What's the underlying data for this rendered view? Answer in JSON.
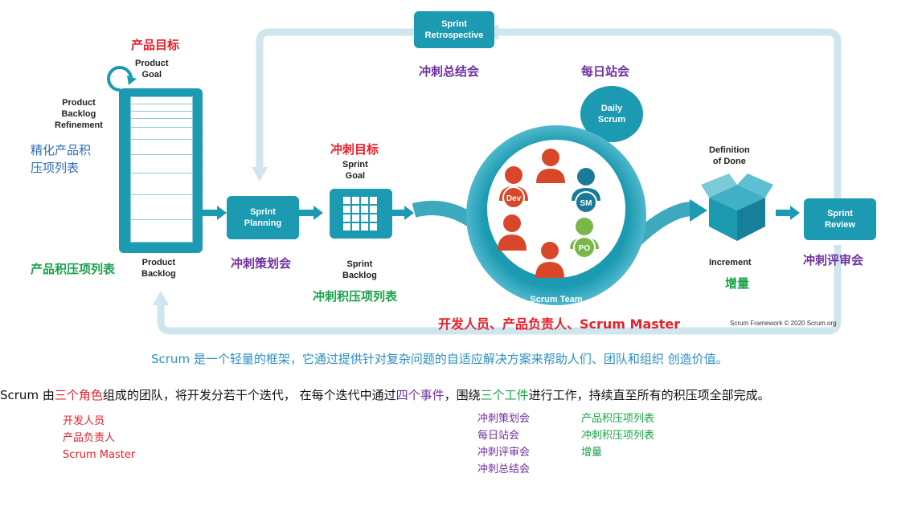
{
  "diagram": {
    "product_goal_cn": "产品目标",
    "product_goal_en": "Product\nGoal",
    "refinement_en": "Product\nBacklog\nRefinement",
    "refinement_cn": "精化产品积\n压项列表",
    "product_backlog_cn": "产品积压项列表",
    "product_backlog_en": "Product\nBacklog",
    "sprint_planning_en": "Sprint\nPlanning",
    "sprint_planning_cn": "冲刺策划会",
    "sprint_goal_cn": "冲刺目标",
    "sprint_goal_en": "Sprint\nGoal",
    "sprint_backlog_en": "Sprint\nBacklog",
    "sprint_backlog_cn": "冲刺积压项列表",
    "retro_en": "Sprint\nRetrospective",
    "retro_cn": "冲刺总结会",
    "daily_cn": "每日站会",
    "daily_en": "Daily\nScrum",
    "team_dev": "Dev",
    "team_sm": "SM",
    "team_po": "PO",
    "scrum_team_en": "Scrum Team",
    "team_cn": "开发人员、产品负责人、Scrum Master",
    "dod_en": "Definition\nof Done",
    "increment_en": "Increment",
    "increment_cn": "增量",
    "review_en": "Sprint\nReview",
    "review_cn": "冲刺评审会",
    "copyright": "Scrum Framework © 2020 Scrum.org"
  },
  "caption": "Scrum 是一个轻量的框架，它通过提供针对复杂问题的自适应解决方案来帮助人们、团队和组织 创造价值。",
  "summary": {
    "p1": "Scrum 由",
    "roles_hl": "三个角色",
    "p2": "组成的团队，将开发分若干个迭代，  在每个迭代中通过",
    "events_hl": "四个事件",
    "p3": "，围绕",
    "artifacts_hl": "三个工件",
    "p4": "进行工作，持续直至所有的积压项全部完成。"
  },
  "roles": [
    "开发人员",
    "产品负责人",
    "Scrum Master"
  ],
  "events": [
    "冲刺策划会",
    "每日站会",
    "冲刺评审会",
    "冲刺总结会"
  ],
  "artifacts": [
    "产品积压项列表",
    "冲刺积压项列表",
    "增量"
  ],
  "colors": {
    "teal": "#1b9ab1",
    "light_teal": "#cfe6ee",
    "red": "#e8202a",
    "purple": "#7030a0",
    "green": "#1aa34a",
    "blue": "#2e6db4",
    "person_red": "#d9472b"
  }
}
